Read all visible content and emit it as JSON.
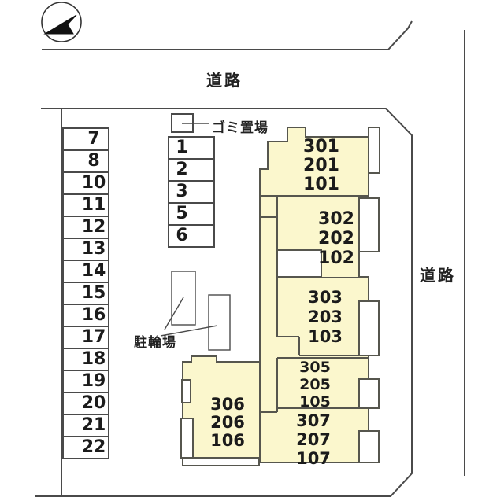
{
  "site": {
    "road_label_top": "道路",
    "road_label_right": "道路",
    "garbage_label": "ゴミ置場",
    "bicycle_label": "駐輪場",
    "parking_left": [
      "7",
      "8",
      "10",
      "11",
      "12",
      "13",
      "14",
      "15",
      "16",
      "17",
      "18",
      "19",
      "20",
      "21",
      "22"
    ],
    "parking_middle": [
      "1",
      "2",
      "3",
      "5",
      "6"
    ],
    "building_units": [
      {
        "name": "unit-301-201-101",
        "lines": [
          "301",
          "201",
          "101"
        ]
      },
      {
        "name": "unit-302-202-102",
        "lines": [
          "302",
          "202",
          "102"
        ]
      },
      {
        "name": "unit-303-203-103",
        "lines": [
          "303",
          "203",
          "103"
        ]
      },
      {
        "name": "unit-305-205-105",
        "lines": [
          "305",
          "205",
          "105"
        ]
      },
      {
        "name": "unit-306-206-106",
        "lines": [
          "306",
          "206",
          "106"
        ]
      },
      {
        "name": "unit-307-207-107",
        "lines": [
          "307",
          "207",
          "107"
        ]
      }
    ],
    "colors": {
      "building_fill": "#FBF7CD",
      "building_stroke": "#56564E",
      "boundary_line": "#4A4A4A"
    }
  }
}
